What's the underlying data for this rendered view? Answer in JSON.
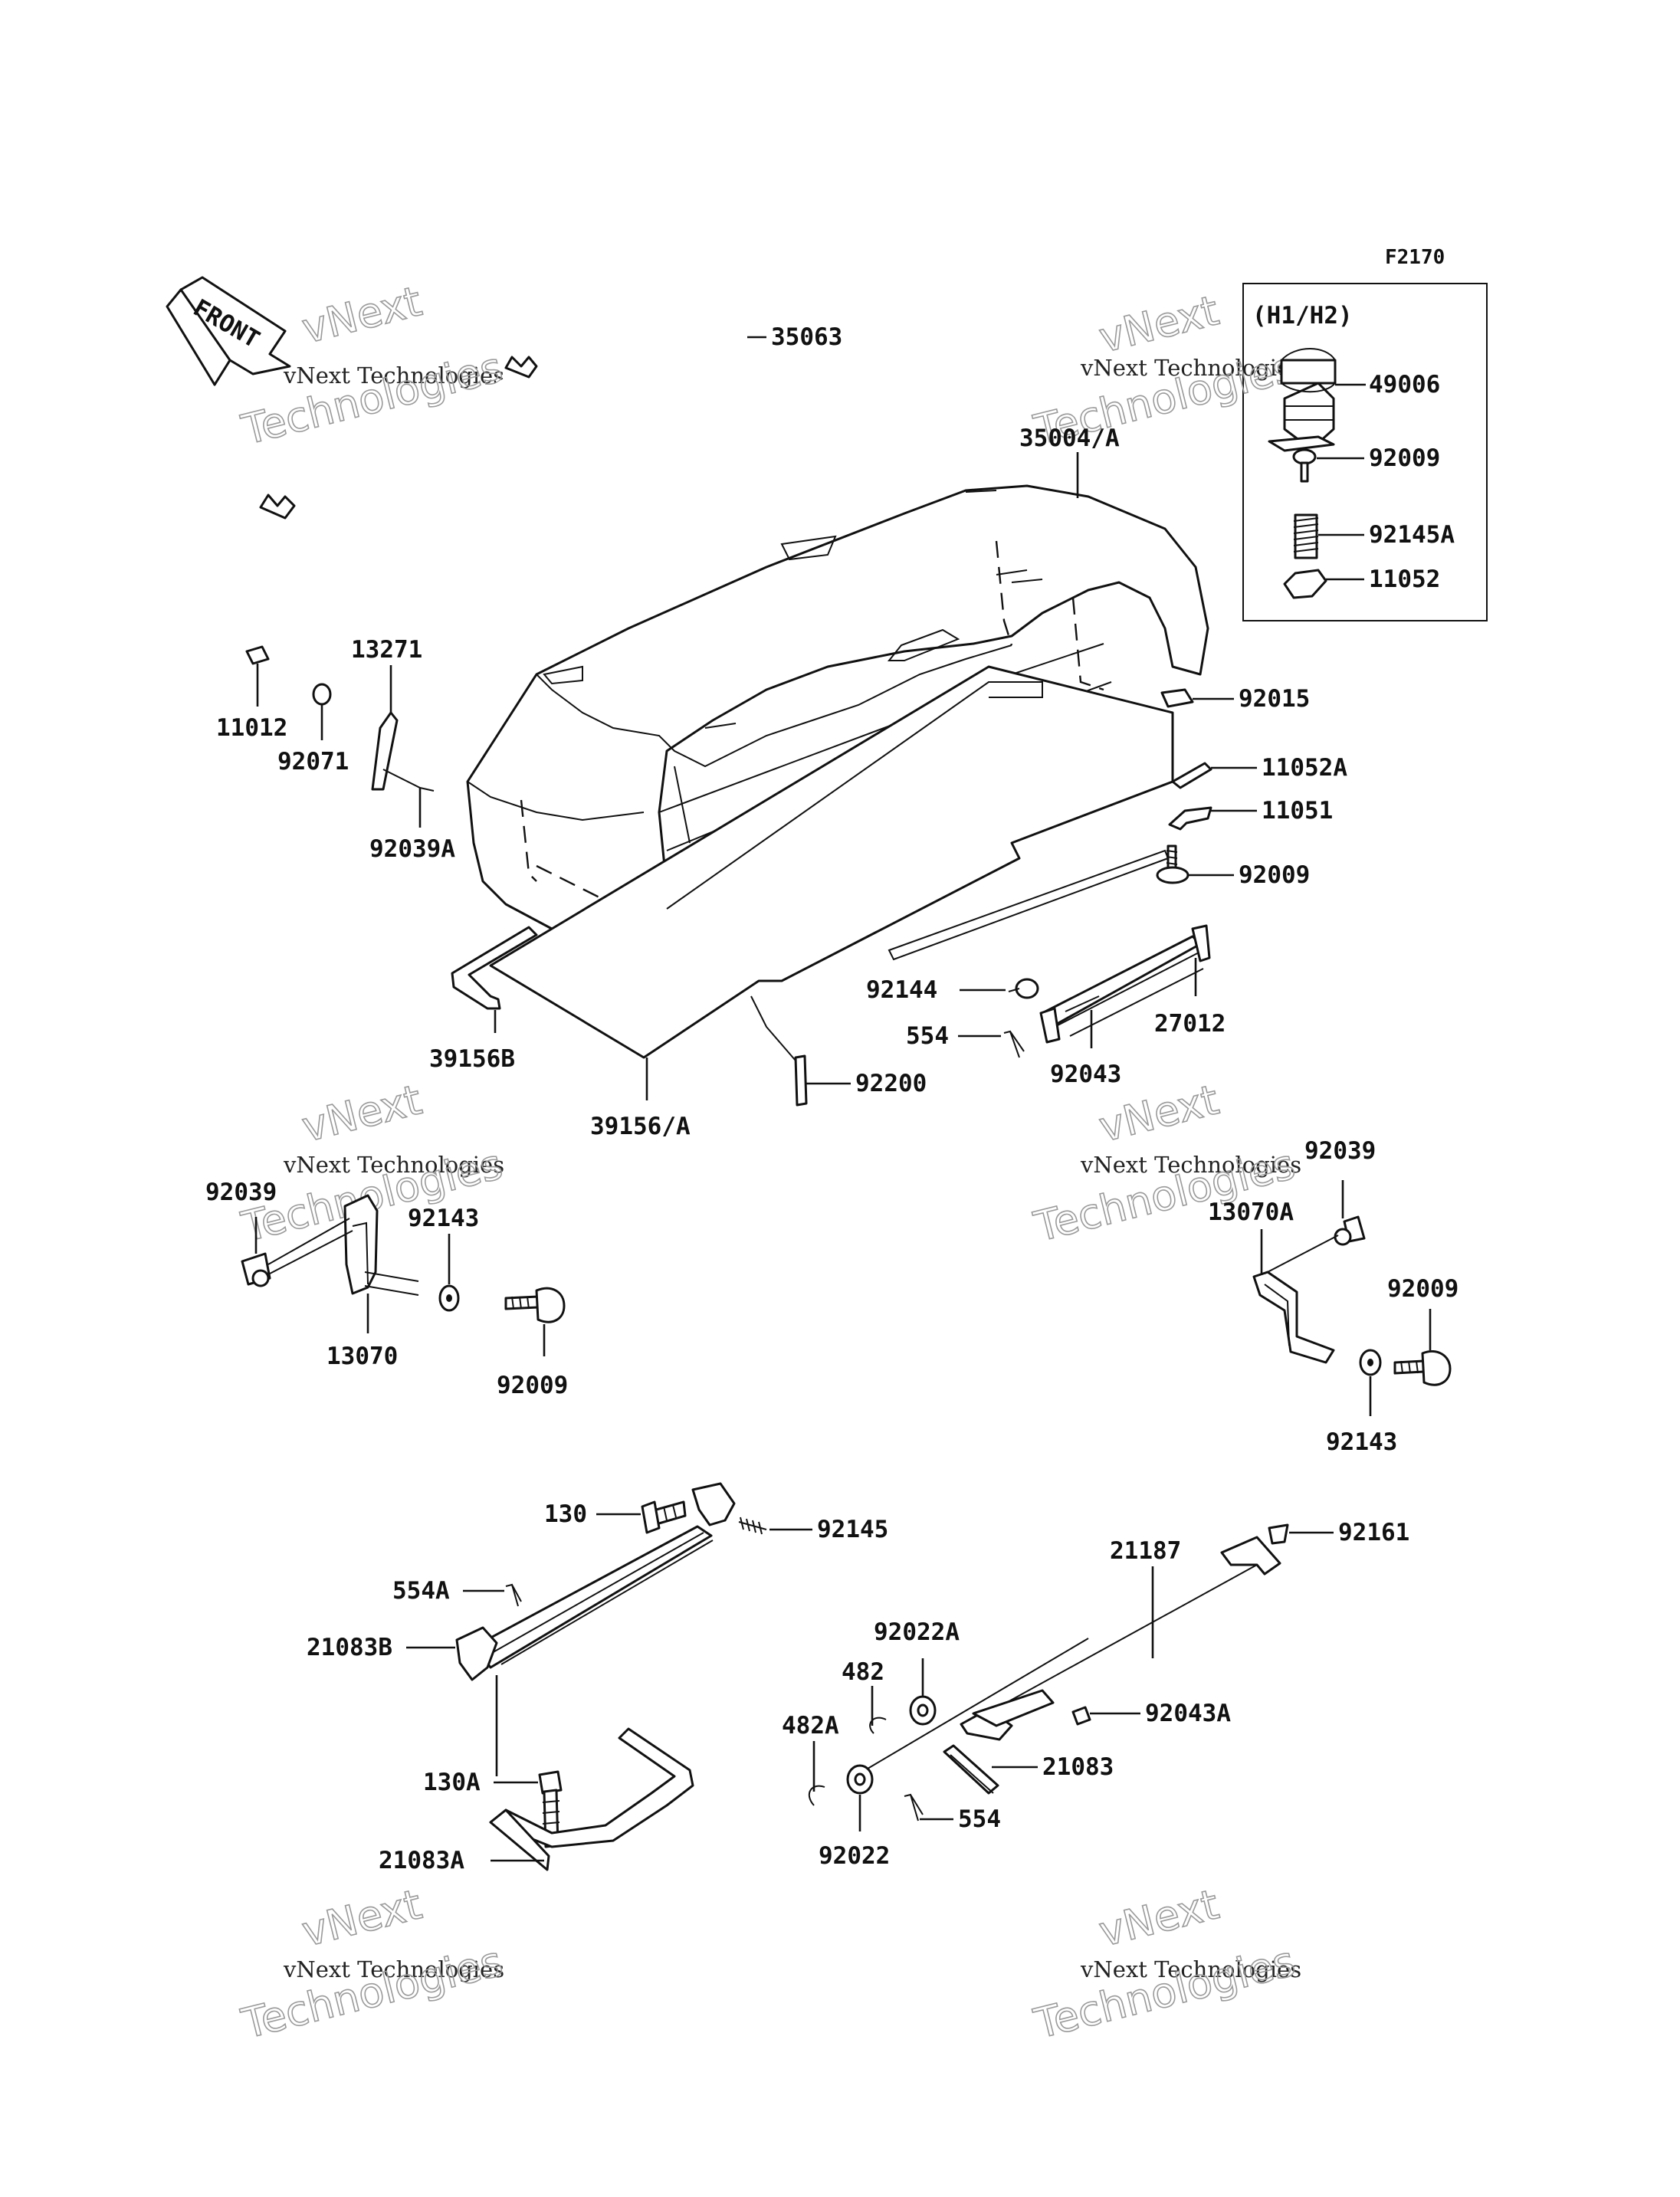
{
  "figure_code": "F2170",
  "variant_box_title": "(H1/H2)",
  "front_label": "FRONT",
  "watermark": {
    "line1": "vNext Technologies",
    "line2": "Technologies"
  },
  "labels": {
    "p35063": "35063",
    "p35004A": "35004/A",
    "p49006": "49006",
    "p92009_box": "92009",
    "p92145A": "92145A",
    "p11052": "11052",
    "p92015": "92015",
    "p11052A": "11052A",
    "p11051": "11051",
    "p92009_r": "92009",
    "p13271": "13271",
    "p11012": "11012",
    "p92071": "92071",
    "p92039A": "92039A",
    "p39156B": "39156B",
    "p39156A": "39156/A",
    "p92200": "92200",
    "p92144": "92144",
    "p554_top": "554",
    "p92043": "92043",
    "p27012": "27012",
    "p92039_l": "92039",
    "p92143_l": "92143",
    "p13070": "13070",
    "p92009_l": "92009",
    "p92039_r": "92039",
    "p13070A": "13070A",
    "p92009_rr": "92009",
    "p92143_r": "92143",
    "p130": "130",
    "p92145": "92145",
    "p554A": "554A",
    "p21083B": "21083B",
    "p130A": "130A",
    "p21083A": "21083A",
    "p21187": "21187",
    "p92161": "92161",
    "p92022A": "92022A",
    "p482": "482",
    "p482A": "482A",
    "p92043A": "92043A",
    "p21083": "21083",
    "p554_bot": "554",
    "p92022": "92022"
  }
}
